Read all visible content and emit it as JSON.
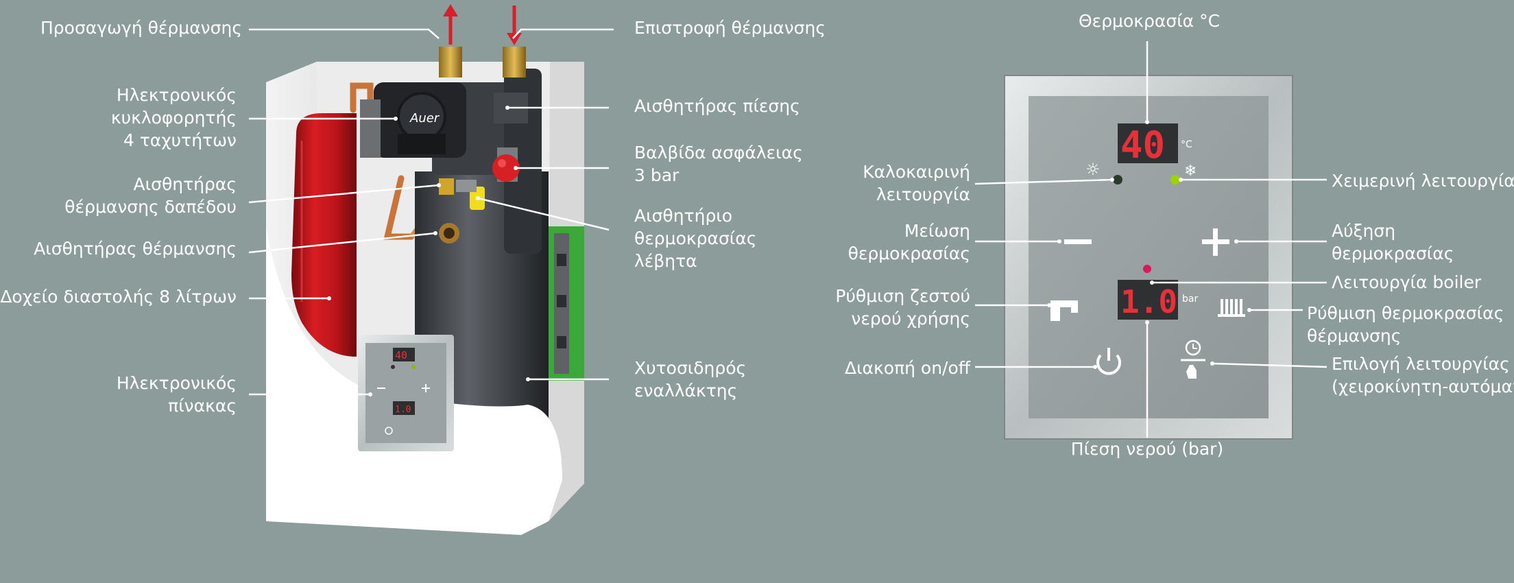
{
  "boiler_labels": {
    "supply": "Προσαγωγή θέρμανσης",
    "return": "Επιστροφή θέρμανσης",
    "circulator": [
      "Ηλεκτρονικός",
      "κυκλοφορητής",
      "4 ταχυτήτων"
    ],
    "pressure_sensor": "Αισθητήρας πίεσης",
    "safety_valve": [
      "Βαλβίδα ασφάλειας",
      "3 bar"
    ],
    "floor_sensor": [
      "Αισθητήρας",
      "θέρμανσης δαπέδου"
    ],
    "boiler_temp_sensor": [
      "Αισθητήριο",
      "θερμοκρασίας",
      "λέβητα"
    ],
    "heating_sensor": "Αισθητήρας θέρμανσης",
    "expansion_tank": "Δοχείο διαστολής 8 λίτρων",
    "electronic_panel": [
      "Ηλεκτρονικός",
      "πίνακας"
    ],
    "cast_iron": [
      "Χυτοσιδηρός",
      "εναλλάκτης"
    ],
    "pump_brand": "Auer"
  },
  "panel_labels": {
    "temperature": "Θερμοκρασία °C",
    "summer": [
      "Καλοκαιρινή",
      "λειτουργία"
    ],
    "winter": "Χειμερινή λειτουργία",
    "decrease": [
      "Μείωση",
      "θερμοκρασίας"
    ],
    "increase": [
      "Αύξηση",
      "θερμοκρασίας"
    ],
    "boiler_mode": "Λειτουργία boiler",
    "dhw_setting": [
      "Ρύθμιση ζεστού",
      "νερού χρήσης"
    ],
    "heating_setting": [
      "Ρύθμιση θερμοκρασίας",
      "θέρμανσης"
    ],
    "onoff": "Διακοπή on/off",
    "mode_select": [
      "Επιλογή λειτουργίας",
      "(χειροκίνητη-αυτόματη)"
    ],
    "water_pressure": "Πίεση νερού (bar)"
  },
  "display": {
    "temperature_value": "40",
    "temperature_unit": "°C",
    "pressure_value": "1.0",
    "pressure_unit": "bar"
  },
  "colors": {
    "background": "#8b9c9a",
    "led_red": "#e8303a",
    "led_green": "#7cc000",
    "tank_red": "#c4161c"
  }
}
